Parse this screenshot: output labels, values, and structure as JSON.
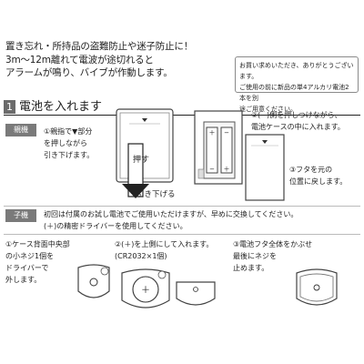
{
  "intro": {
    "lines": [
      "置き忘れ・所持品の盗難防止や迷子防止に！",
      "3m〜12m離れて電波が途切れると",
      "アラームが鳴り、バイブが作動します。"
    ]
  },
  "notice": {
    "lines": [
      "お買い求めいただき、ありがとうございます。",
      "ご使用の前に新品の単4アルカリ電池2本を別",
      "途ご用意ください。"
    ]
  },
  "section": {
    "number": "1",
    "title": "電池を入れます"
  },
  "parent": {
    "tag": "親機",
    "step1": [
      "①親指で▼部分",
      "を押しながら",
      "引き下げます。"
    ],
    "push_label": "押す",
    "pull_label": "引き下げる",
    "step2": [
      "②(−)側を押しつけながら、",
      "電池ケースの中に入れます。"
    ],
    "step3": [
      "③フタを元の",
      "位置に戻します。"
    ]
  },
  "child": {
    "tag": "子機",
    "note": [
      "初回は付属のお試し電池でご使用いただけますが、早めに交換してください。",
      "(＋)の精密ドライバーを使用してください。"
    ],
    "step1": [
      "①ケース背面中央部",
      "の小ネジ1個を",
      "ドライバーで",
      "外します。"
    ],
    "step2": [
      "②(＋)を上側にして入れます。",
      "(CR2032×1個)"
    ],
    "step3": [
      "③電池フタ全体をかぶせ",
      "最後にネジを",
      "止めます。"
    ]
  }
}
